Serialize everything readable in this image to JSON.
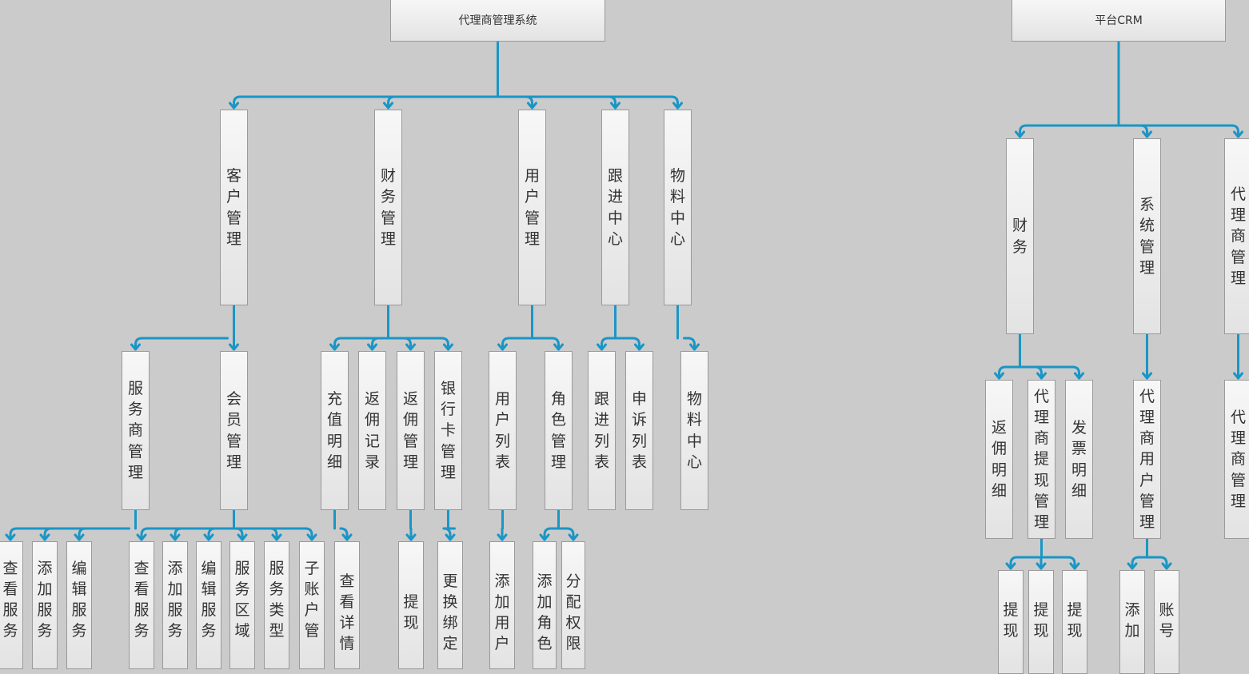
{
  "roots": [
    {
      "id": "agent_root",
      "label": "代理商管理系统"
    },
    {
      "id": "crm_root",
      "label": "平台CRM"
    }
  ],
  "nodes": [
    {
      "id": "kehu",
      "label": "客户管理"
    },
    {
      "id": "caiwu",
      "label": "财务管理"
    },
    {
      "id": "yonghu",
      "label": "用户管理"
    },
    {
      "id": "genjin_c",
      "label": "跟进中心"
    },
    {
      "id": "wuliao",
      "label": "物料中心"
    },
    {
      "id": "fuwushang",
      "label": "服务商管理"
    },
    {
      "id": "huiyuan",
      "label": "会员管理"
    },
    {
      "id": "chongzhi",
      "label": "充值明细"
    },
    {
      "id": "fanyong_jl",
      "label": "返佣记录"
    },
    {
      "id": "fanyong_gl",
      "label": "返佣管理"
    },
    {
      "id": "yinhangka",
      "label": "银行卡管理"
    },
    {
      "id": "yonghu_lb",
      "label": "用户列表"
    },
    {
      "id": "juese",
      "label": "角色管理"
    },
    {
      "id": "genjin_lb",
      "label": "跟进列表"
    },
    {
      "id": "shensu",
      "label": "申诉列表"
    },
    {
      "id": "wuliao_zx",
      "label": "物料中心"
    },
    {
      "id": "l4_1",
      "label": "查看服务"
    },
    {
      "id": "l4_2",
      "label": "添加服务"
    },
    {
      "id": "l4_3",
      "label": "编辑服务"
    },
    {
      "id": "l4_4",
      "label": "查看服务"
    },
    {
      "id": "l4_5",
      "label": "添加服务"
    },
    {
      "id": "l4_6",
      "label": "编辑服务"
    },
    {
      "id": "l4_7",
      "label": "服务区域"
    },
    {
      "id": "l4_8",
      "label": "服务类型"
    },
    {
      "id": "l4_9",
      "label": "子账户管"
    },
    {
      "id": "l4_10",
      "label": "查看详情"
    },
    {
      "id": "l4_11",
      "label": "提现"
    },
    {
      "id": "l4_12",
      "label": "更换绑定"
    },
    {
      "id": "l4_13",
      "label": "添加用户"
    },
    {
      "id": "l4_14",
      "label": "添加角色"
    },
    {
      "id": "l4_15",
      "label": "分配权限"
    },
    {
      "id": "crm_caiwu",
      "label": "财务"
    },
    {
      "id": "crm_xitong",
      "label": "系统管理"
    },
    {
      "id": "crm_dls",
      "label": "代理商管理"
    },
    {
      "id": "crm_fanyong",
      "label": "返佣明细"
    },
    {
      "id": "crm_tixian_gl",
      "label": "代理商提现管理"
    },
    {
      "id": "crm_fapiao",
      "label": "发票明细"
    },
    {
      "id": "crm_yonghu_gl",
      "label": "代理商用户管理"
    },
    {
      "id": "crm_dls_gl",
      "label": "代理商管理"
    },
    {
      "id": "crm_l4_1",
      "label": "提现"
    },
    {
      "id": "crm_l4_2",
      "label": "提现"
    },
    {
      "id": "crm_l4_3",
      "label": "提现"
    },
    {
      "id": "crm_l4_4",
      "label": "添加"
    },
    {
      "id": "crm_l4_5",
      "label": "账号"
    }
  ],
  "edges": [
    [
      "agent_root",
      [
        "kehu",
        "caiwu",
        "yonghu",
        "genjin_c",
        "wuliao"
      ]
    ],
    [
      "kehu",
      [
        "fuwushang",
        "huiyuan"
      ]
    ],
    [
      "caiwu",
      [
        "chongzhi",
        "fanyong_jl",
        "fanyong_gl",
        "yinhangka"
      ]
    ],
    [
      "yonghu",
      [
        "yonghu_lb",
        "juese"
      ]
    ],
    [
      "genjin_c",
      [
        "genjin_lb",
        "shensu"
      ]
    ],
    [
      "wuliao",
      [
        "wuliao_zx"
      ]
    ],
    [
      "fuwushang",
      [
        "l4_1",
        "l4_2",
        "l4_3"
      ]
    ],
    [
      "huiyuan",
      [
        "l4_4",
        "l4_5",
        "l4_6",
        "l4_7",
        "l4_8",
        "l4_9"
      ]
    ],
    [
      "chongzhi",
      [
        "l4_10"
      ]
    ],
    [
      "fanyong_gl",
      [
        "l4_11"
      ]
    ],
    [
      "yinhangka",
      [
        "l4_12"
      ]
    ],
    [
      "yonghu_lb",
      [
        "l4_13"
      ]
    ],
    [
      "juese",
      [
        "l4_14",
        "l4_15"
      ]
    ],
    [
      "crm_root",
      [
        "crm_caiwu",
        "crm_xitong",
        "crm_dls"
      ]
    ],
    [
      "crm_caiwu",
      [
        "crm_fanyong",
        "crm_tixian_gl",
        "crm_fapiao"
      ]
    ],
    [
      "crm_xitong",
      [
        "crm_yonghu_gl"
      ]
    ],
    [
      "crm_dls",
      [
        "crm_dls_gl"
      ]
    ],
    [
      "crm_tixian_gl",
      [
        "crm_l4_1",
        "crm_l4_2",
        "crm_l4_3"
      ]
    ],
    [
      "crm_yonghu_gl",
      [
        "crm_l4_4",
        "crm_l4_5"
      ]
    ]
  ],
  "colors": {
    "connector": "#1a96c6",
    "background": "#cbcbcb",
    "node_border": "#9a9a9a",
    "node_text": "#333333"
  }
}
